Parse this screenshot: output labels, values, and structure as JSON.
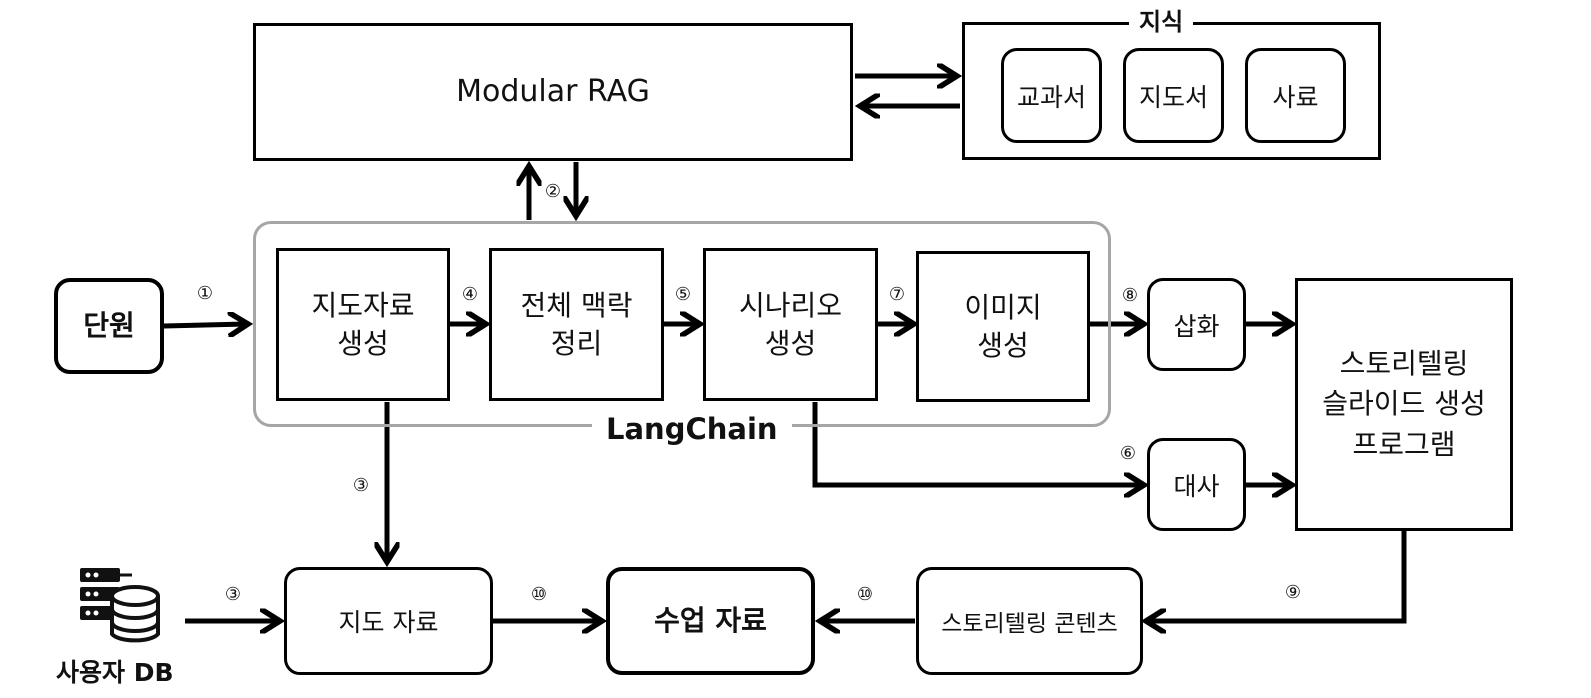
{
  "modular_rag": "Modular RAG",
  "knowledge": {
    "title": "지식",
    "items": [
      "교과서",
      "지도서",
      "사료"
    ]
  },
  "langchain": {
    "label": "LangChain",
    "steps": [
      "지도자료\n생성",
      "전체 맥락\n정리",
      "시나리오\n생성",
      "이미지\n생성"
    ]
  },
  "input_unit": "단원",
  "outputs": {
    "illustration": "삽화",
    "dialogue": "대사"
  },
  "slide_program": "스토리텔링\n슬라이드 생성\n프로그램",
  "bottom": {
    "user_db": "사용자 DB",
    "guide_material": "지도 자료",
    "lesson_material": "수업 자료",
    "story_content": "스토리텔링 콘텐츠"
  },
  "step_labels": {
    "s1": "①",
    "s2": "②",
    "s3a": "③",
    "s3b": "③",
    "s4": "④",
    "s5": "⑤",
    "s6": "⑥",
    "s7": "⑦",
    "s8": "⑧",
    "s9": "⑨",
    "s10a": "⑩",
    "s10b": "⑩"
  },
  "colors": {
    "line": "#000000",
    "langchain_border": "#a6a6a6"
  }
}
